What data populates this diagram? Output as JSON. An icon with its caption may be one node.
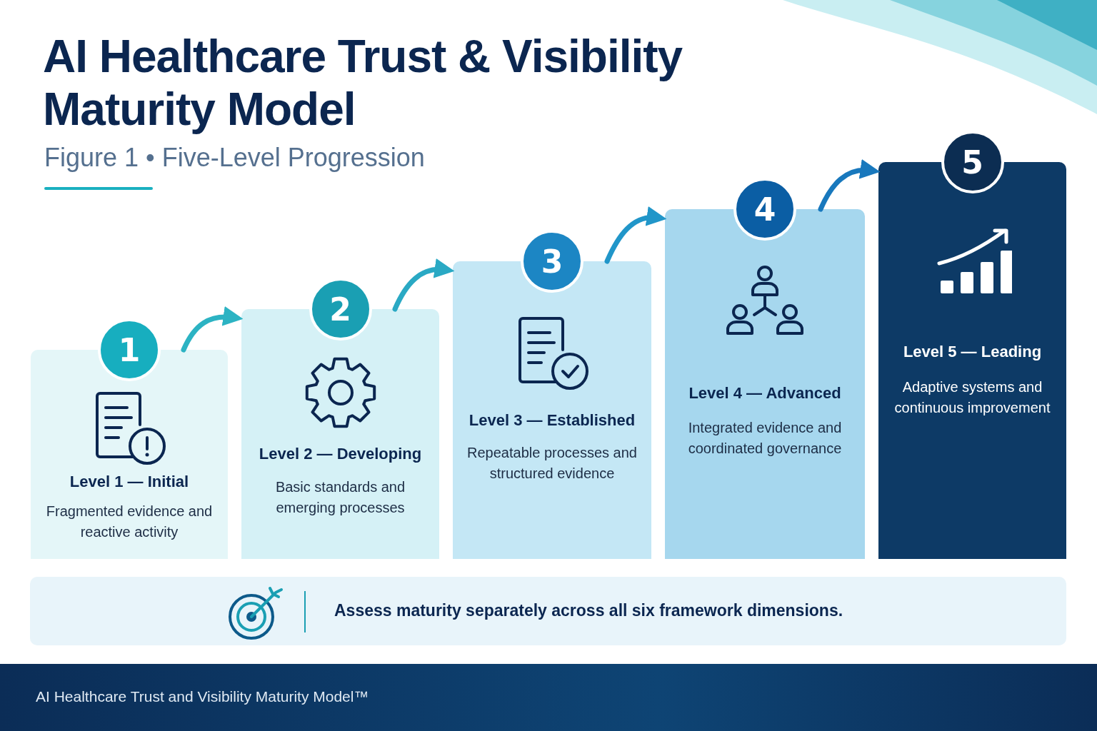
{
  "diagram": {
    "title": "AI Healthcare Trust & Visibility Maturity Model",
    "caption": "Figure 1 • Five-Level Progression",
    "nodes": [
      {
        "text": [
          "1",
          "Level 1 — Initial",
          "Fragmented evidence and reactive activity"
        ]
      },
      {
        "text": [
          "2",
          "Level 2 — Developing",
          "Basic standards and emerging processes"
        ]
      },
      {
        "text": [
          "3",
          "Level 3 — Established",
          "Repeatable processes and structured evidence"
        ]
      },
      {
        "text": [
          "4",
          "Level 4 — Advanced",
          "Integrated evidence and coordinated governance"
        ]
      },
      {
        "text": [
          "5",
          "Level 5 — Leading",
          "Adaptive systems and continuous improvement"
        ]
      },
      {
        "text": [
          "Assess maturity separately across all six framework dimensions."
        ]
      }
    ],
    "edges": [
      {
        "from": 0,
        "to": 1,
        "arrow": "to"
      },
      {
        "from": 1,
        "to": 2,
        "arrow": "to"
      },
      {
        "from": 2,
        "to": 3,
        "arrow": "to"
      },
      {
        "from": 3,
        "to": 4,
        "arrow": "to"
      }
    ],
    "labels": [
      "AI Healthcare Trust and Visibility Maturity Model™"
    ]
  }
}
